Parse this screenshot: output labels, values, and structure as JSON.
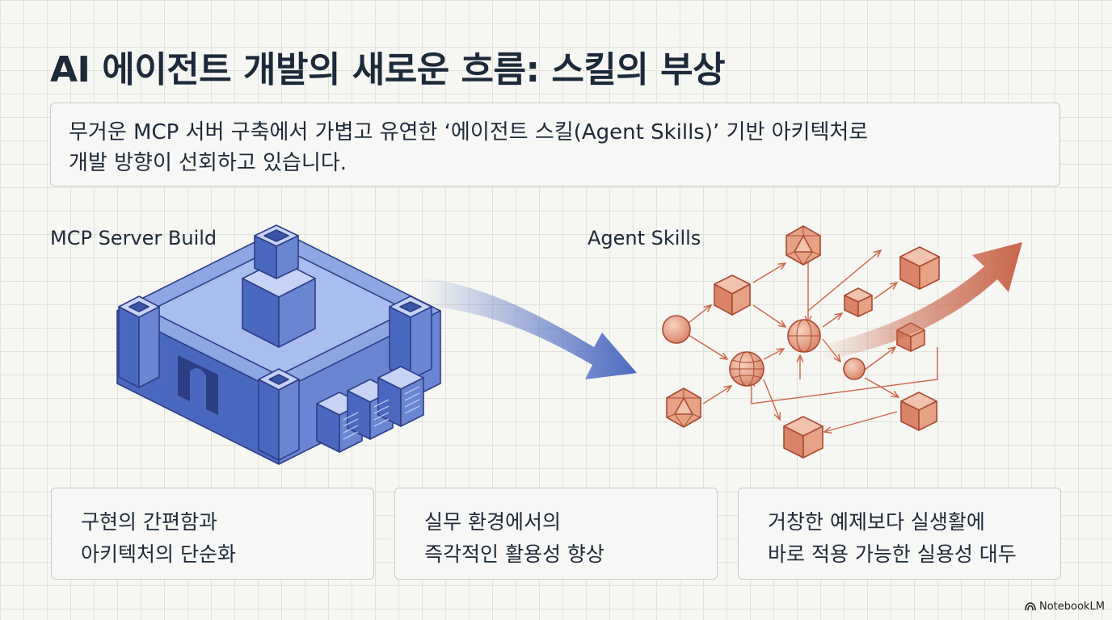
{
  "title": "AI 에이전트 개발의 새로운 흐름: 스킬의 부상",
  "intro": {
    "line1": "무거운 MCP 서버 구축에서 가볍고 유연한 ‘에이전트 스킬(Agent Skills)’ 기반 아키텍처로",
    "line2": "개발 방향이 선회하고 있습니다."
  },
  "left_label": "MCP Server Build",
  "right_label": "Agent Skills",
  "cards": [
    {
      "line1": "구현의 간편함과",
      "line2": "아키텍처의 단순화"
    },
    {
      "line1": "실무 환경에서의",
      "line2": "즉각적인 활용성 향상"
    },
    {
      "line1": "거창한 예제보다 실생활에",
      "line2": "바로 적용 가능한 실용성 대두"
    }
  ],
  "brand": "NotebookLM",
  "colors": {
    "mcp_blue": "#4a68c0",
    "skill_orange": "#c9664a",
    "text": "#1e2a38"
  }
}
